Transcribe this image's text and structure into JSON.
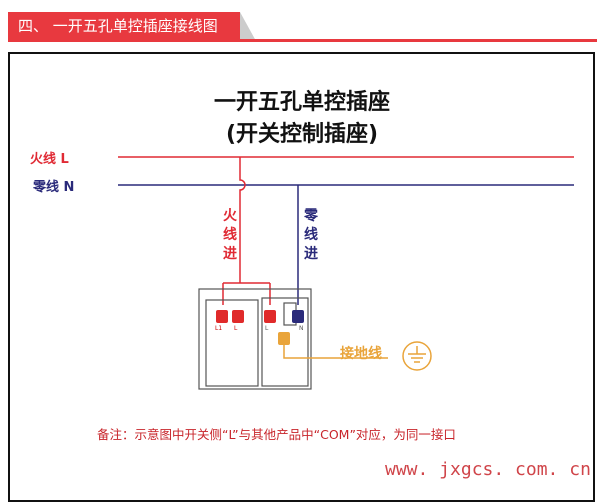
{
  "header": {
    "section_title": "四、 一开五孔单控插座接线图"
  },
  "diagram": {
    "title_line1": "一开五孔单控插座",
    "title_line2": "(开关控制插座)",
    "live_label": "火线 L",
    "neutral_label": "零线 N",
    "live_in": "火线进",
    "neutral_in": "零线进",
    "terminals": [
      "L1",
      "L",
      "L",
      "N"
    ],
    "ground_label": "接地线",
    "note": "备注：示意图中开关侧“L”与其他产品中“COM”对应，为同一接口",
    "watermark": "www. jxgcs. com. cn",
    "colors": {
      "live": "#e02a34",
      "neutral": "#2a2a7a",
      "ground": "#e9a43a",
      "accent": "#e8393f"
    }
  }
}
